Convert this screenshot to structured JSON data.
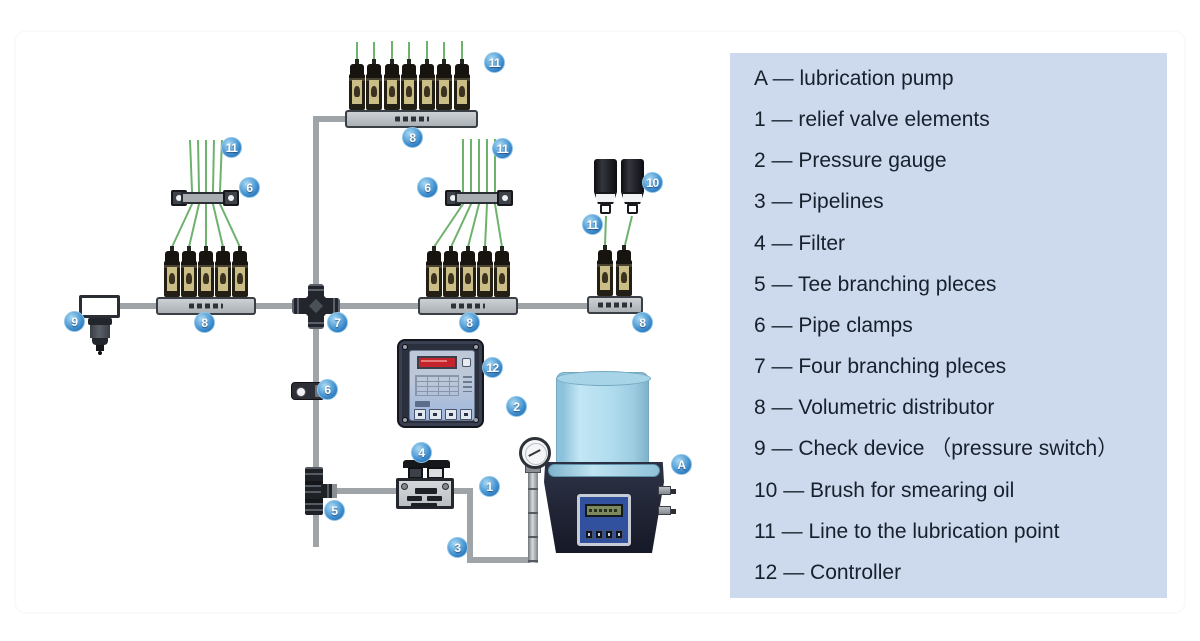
{
  "legend": {
    "items": [
      "A — lubrication pump",
      "1 — relief valve elements",
      "2 — Pressure gauge",
      "3 — Pipelines",
      "4 — Filter",
      "5 — Tee branching pleces",
      "6 — Pipe clamps",
      "7 — Four branching pleces",
      "8 — Volumetric distributor",
      "9 — Check device （pressure switch）",
      "10 — Brush for smearing oil",
      "11 — Line to the lubrication point",
      "12 — Controller"
    ]
  },
  "diagram": {
    "callouts": [
      "11",
      "8",
      "11",
      "6",
      "6",
      "11",
      "11",
      "10",
      "9",
      "8",
      "7",
      "8",
      "8",
      "12",
      "2",
      "6",
      "4",
      "5",
      "1",
      "3",
      "A"
    ],
    "colors": {
      "pipeline_gray": "#9fa4a8",
      "lubrication_line_green": "#6db26d",
      "legend_background": "#cdd9ec",
      "callout_blue": "#2f7fc1",
      "reservoir_blue": "#aed6ea",
      "pump_base_navy": "#1f2333",
      "controller_display_red": "#c4242b",
      "valve_brass": "#cabd85"
    }
  }
}
